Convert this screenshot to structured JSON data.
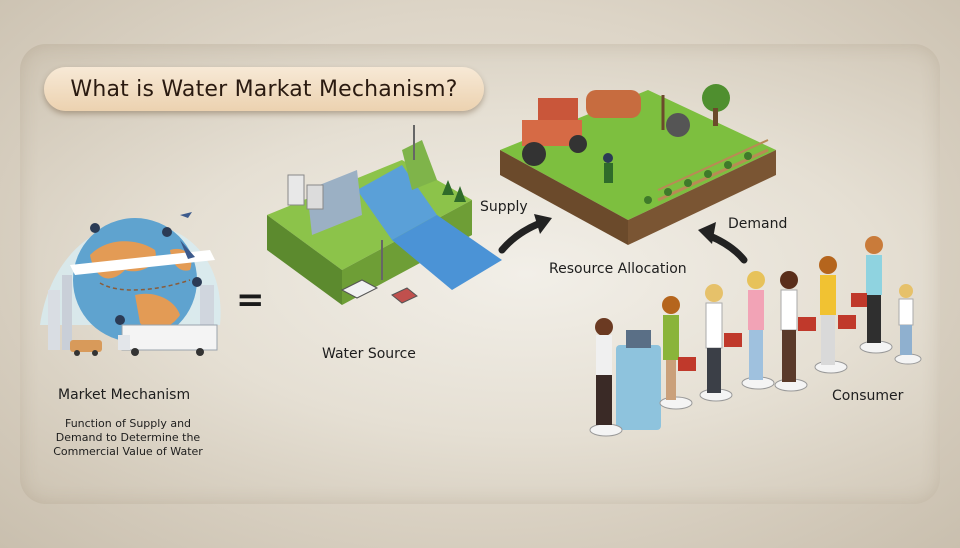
{
  "title": "What is Water Markat Mechanism?",
  "labels": {
    "market_mechanism": "Market Mechanism",
    "market_description": "Function of Supply and Demand to Determine the Commercial Value of Water",
    "equals": "=",
    "water_source": "Water Source",
    "supply": "Supply",
    "demand": "Demand",
    "resource_allocation": "Resource Allocation",
    "consumer": "Consumer"
  }
}
